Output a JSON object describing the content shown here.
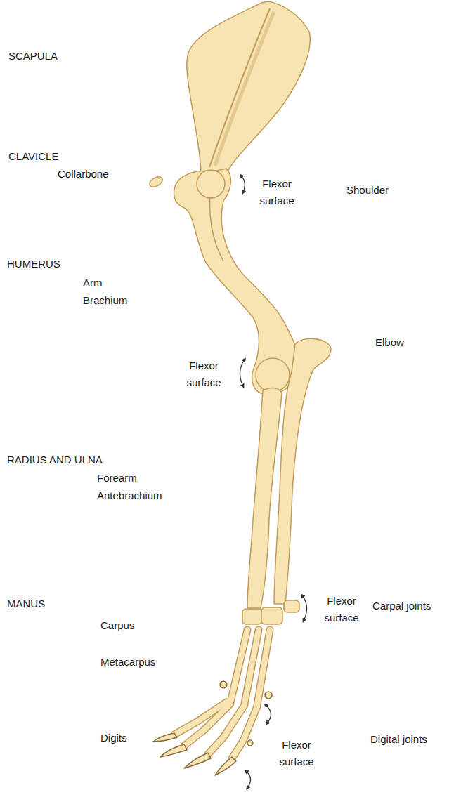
{
  "diagram": {
    "labels": [
      "SCAPULA",
      "CLAVICLE",
      "Collarbone",
      "Flexor surface",
      "Shoulder",
      "HUMERUS",
      "Arm",
      "Brachium",
      "Elbow",
      "Flexor surface",
      "RADIUS AND ULNA",
      "Forearm",
      "Antebrachium",
      "MANUS",
      "Flexor surface",
      "Carpal joints",
      "Carpus",
      "Metacarpus",
      "Digits",
      "Flexor surface",
      "Digital joints"
    ]
  }
}
